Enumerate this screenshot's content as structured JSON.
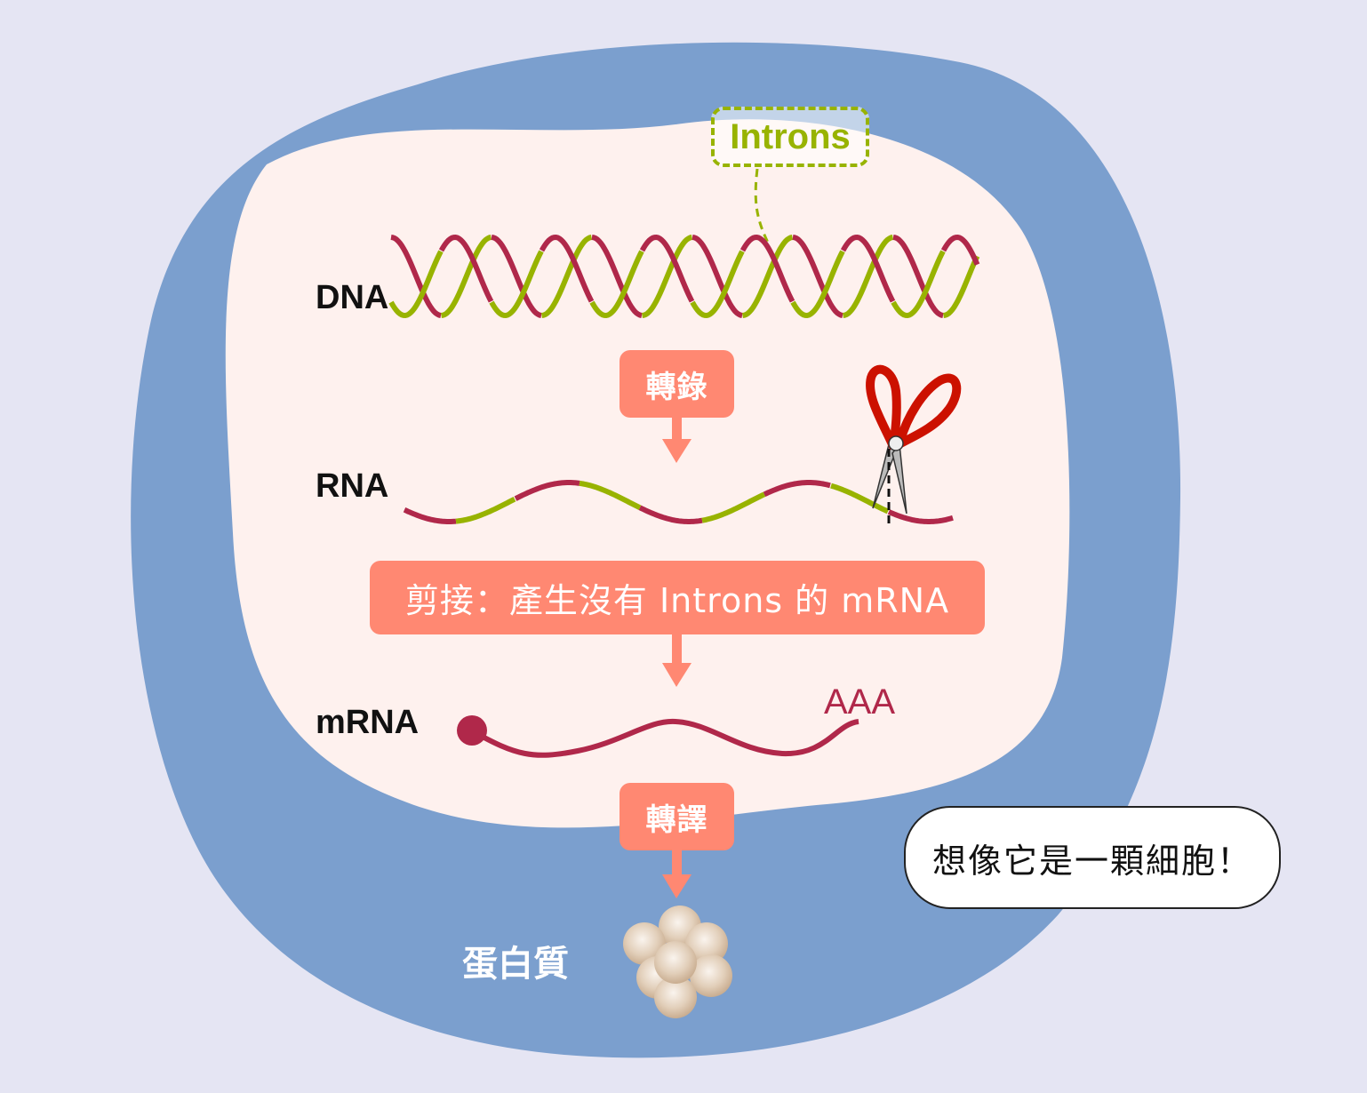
{
  "diagram": {
    "title_hint": "想像它是一顆細胞！",
    "colors": {
      "background": "#e5e5f3",
      "cytoplasm": "#7b9fce",
      "nucleus": "#fef1ee",
      "exon": "#b0284a",
      "intron": "#98b300",
      "step_box": "#ff8872",
      "scissors": "#cc1100",
      "protein": "#d9c3ab"
    },
    "introns_callout": {
      "label": "Introns"
    },
    "molecules": {
      "dna": {
        "label": "DNA"
      },
      "rna": {
        "label": "RNA"
      },
      "mrna": {
        "label": "mRNA",
        "tail": "AAA"
      },
      "protein": {
        "label": "蛋白質"
      }
    },
    "steps": [
      {
        "id": "transcription",
        "label": "轉錄"
      },
      {
        "id": "splicing",
        "label": "剪接：產生沒有 Introns 的 mRNA"
      },
      {
        "id": "translation",
        "label": "轉譯"
      }
    ],
    "speech_bubble": {
      "text": "想像它是一顆細胞！"
    },
    "icons": {
      "scissors": "scissors-icon",
      "protein": "protein-cluster-icon",
      "cap": "5-prime-cap-icon"
    }
  }
}
